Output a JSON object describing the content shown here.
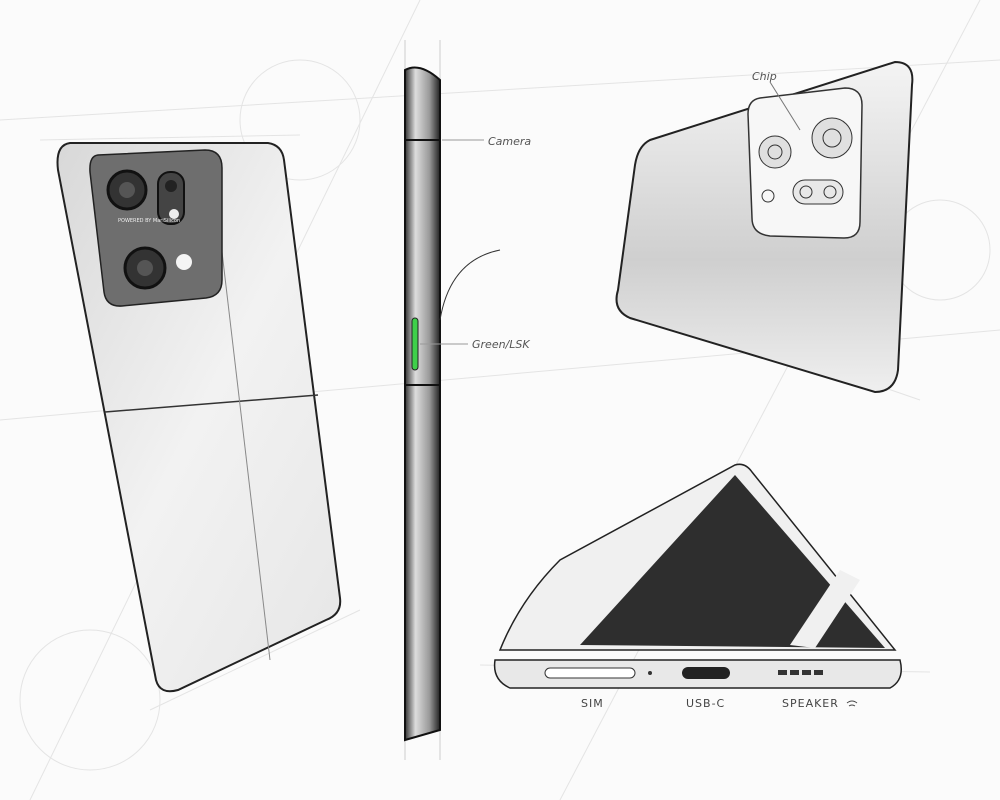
{
  "illustration": {
    "side_view_labels": {
      "camera": "Camera",
      "button": "Green/LSK"
    },
    "bottom_view_labels": {
      "sim": "SIM",
      "usb": "USB-C",
      "speaker": "SPEAKER"
    },
    "camera_view_label": "Chip",
    "module_branding": "POWERED BY MariSilicon",
    "colors": {
      "button_accent": "#3fd04a",
      "camera_module": "#6e6e6e",
      "screen": "#2e2e2e"
    }
  }
}
